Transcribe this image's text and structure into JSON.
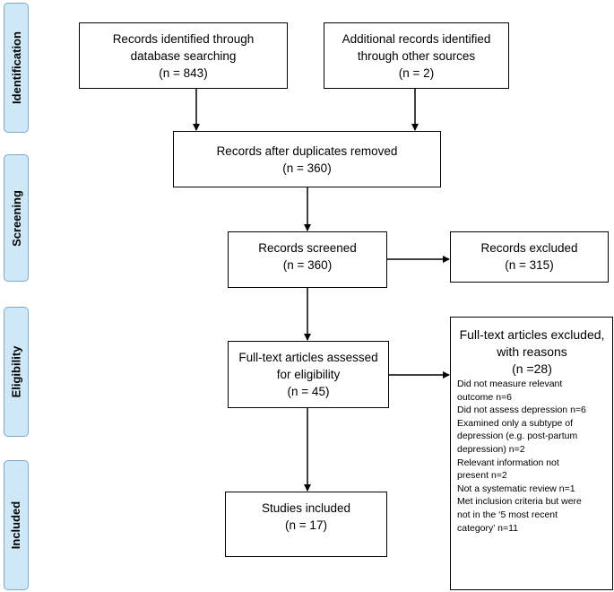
{
  "phases": {
    "identification": "Identification",
    "screening": "Screening",
    "eligibility": "Eligibility",
    "included": "Included"
  },
  "boxes": {
    "database": {
      "lines": [
        "Records identified through",
        "database searching",
        "(n = 843)"
      ]
    },
    "other": {
      "lines": [
        "Additional records identified",
        "through other sources",
        "(n = 2)"
      ]
    },
    "duplicates": {
      "lines": [
        "Records after duplicates removed",
        "(n = 360)"
      ]
    },
    "screened": {
      "lines": [
        "Records screened",
        "(n = 360)"
      ]
    },
    "excluded": {
      "lines": [
        "Records excluded",
        "(n = 315)"
      ]
    },
    "fulltext": {
      "lines": [
        "Full-text articles assessed",
        "for eligibility",
        "(n = 45)"
      ]
    },
    "included": {
      "lines": [
        "Studies included",
        "(n = 17)"
      ]
    }
  },
  "fulltext_excluded": {
    "heading": [
      "Full-text articles excluded,",
      "with reasons",
      "(n =28)"
    ],
    "reasons": [
      "Did not measure relevant",
      "outcome n=6",
      "Did not assess depression n=6",
      "Examined only a subtype of",
      "depression (e.g. post-partum",
      "depression) n=2",
      "Relevant information not",
      "present n=2",
      "Not a systematic review n=1",
      "Met inclusion criteria but were",
      "not in the ‘5 most recent",
      "category’ n=11"
    ]
  }
}
